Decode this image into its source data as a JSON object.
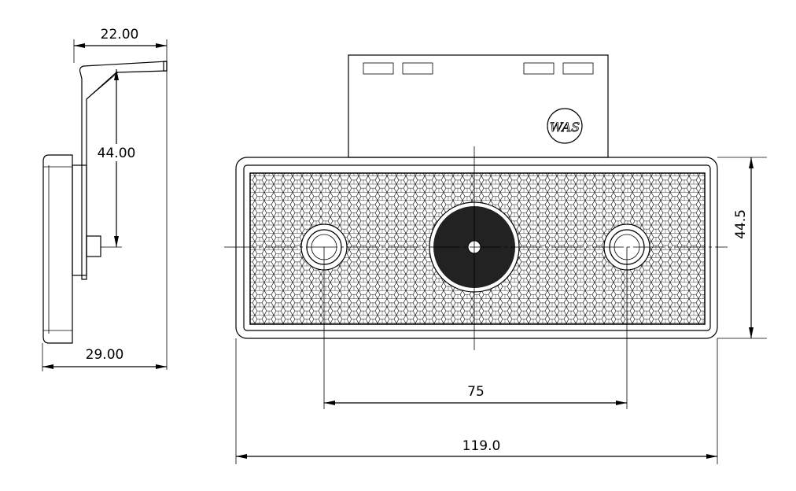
{
  "side_view": {
    "dim_top_width": "22.00",
    "dim_height": "44.00",
    "dim_bottom_width": "29.00"
  },
  "front_view": {
    "logo_text": "WAS",
    "dim_height": "44.5",
    "dim_hole_spacing": "75",
    "dim_total_width": "119.0"
  },
  "colors": {
    "line": "#000000",
    "lens_center": "#222222"
  }
}
